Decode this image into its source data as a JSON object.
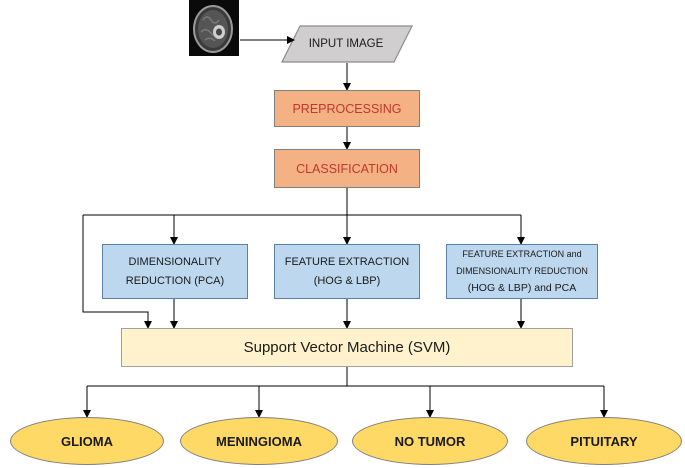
{
  "input_image": "INPUT IMAGE",
  "preprocessing": "PREPROCESSING",
  "classification": "CLASSIFICATION",
  "branches": {
    "pca": {
      "line1": "DIMENSIONALITY",
      "line2": "REDUCTION (PCA)"
    },
    "feature": {
      "line1": "FEATURE EXTRACTION",
      "line2": "(HOG & LBP)"
    },
    "combined": {
      "line1": "FEATURE EXTRACTION and",
      "line2": "DIMENSIONALITY REDUCTION",
      "line3": "(HOG & LBP) and PCA"
    }
  },
  "svm": "Support Vector Machine (SVM)",
  "outputs": [
    "GLIOMA",
    "MENINGIOMA",
    "NO TUMOR",
    "PITUITARY"
  ],
  "colors": {
    "orange": "#f4b183",
    "blue": "#bdd7ee",
    "svm": "#fff2cc",
    "ellipse": "#ffd966",
    "input": "#d0cece"
  }
}
